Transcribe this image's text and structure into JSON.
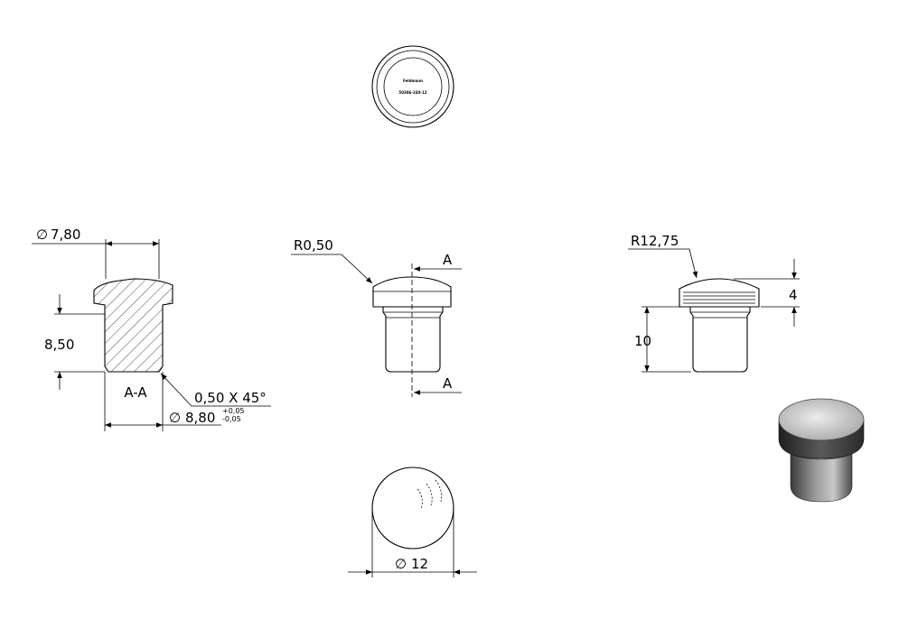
{
  "logo_view": {
    "brand": "Feldmann",
    "part_number": "50306-240-12"
  },
  "section_view": {
    "outer_diameter": "7,80",
    "height": "8,50",
    "section_label": "A-A",
    "chamfer": "0,50 X 45°",
    "shaft_diameter": "8,80",
    "tol_plus": "+0,05",
    "tol_minus": "-0,05"
  },
  "front_view": {
    "radius": "R0,50",
    "cut_label_top": "A",
    "cut_label_bottom": "A"
  },
  "side_view": {
    "radius": "R12,75",
    "head_height": "4",
    "shaft_height": "10"
  },
  "bottom_view": {
    "diameter": "12"
  },
  "symbols": {
    "diameter": "∅"
  },
  "colors": {
    "line": "#000000",
    "hatch": "#000000",
    "shade_dark": "#2a2a2a",
    "shade_light": "#d9d9d9"
  }
}
